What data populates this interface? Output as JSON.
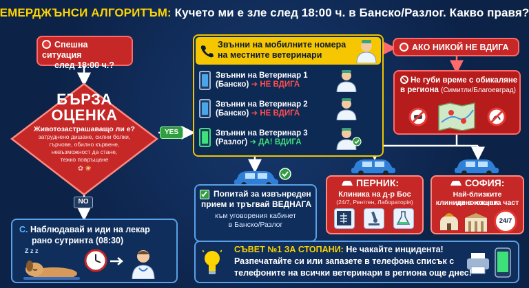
{
  "header": {
    "title_highlight": "ЕМЕРДЖЪНСИ АЛГОРИТЪМ:",
    "title_rest": "Кучето ми е зле след 18:00 ч. в Банско/Разлог. Какво правя?"
  },
  "urgent": {
    "line1": "Спешна ситуация",
    "line2": "след 18:00 ч.?"
  },
  "assessment": {
    "title1": "БЪРЗА",
    "title2": "ОЦЕНКА",
    "question": "Животозастрашаващо ли е?",
    "sub1": "затруднено дишане, силни болки,",
    "sub2": "гърчове, обилно кървене,",
    "sub3": "невъзможност да стане,",
    "sub4": "тежко повръщане"
  },
  "yes_label": "YES",
  "no_label": "NO",
  "morning": {
    "prefix": "С.",
    "line1": "Наблюдавай и иди на лекар",
    "line2": "рано сутринта (08:30)",
    "zzz": "Z z z"
  },
  "call": {
    "head1": "Звънни на мобилните номера",
    "head2": "на местните ветеринари",
    "rows": [
      {
        "name": "Звънни на Ветеринар 1",
        "place": "(Банско)",
        "status": "НЕ ВДИГА"
      },
      {
        "name": "Звънни на Ветеринар 2",
        "place": "(Банско)",
        "status": "НЕ ВДИГА"
      },
      {
        "name": "Звънни на Ветеринар 3",
        "place": "(Разлог)",
        "status": "ДА! ВДИГА"
      }
    ]
  },
  "nobody": "АКО НИКОЙ НЕ ВДИГА",
  "no_wander": {
    "line1": "Не губи време с обикаляне",
    "line2": "в региона",
    "line2b": "(Симитли/Благоевград)"
  },
  "callnow": {
    "line1": "Попитай за извънреден",
    "line2": "прием и тръгвай ВЕДНАГА",
    "line3": "към уговорения кабинет",
    "line4": "в Банско/Разлог"
  },
  "pernik": {
    "title": "ПЕРНИК:",
    "line1": "Клиника на д-р Бос",
    "line2": "(24/7, Рентген, Лабораторія)"
  },
  "sofia": {
    "title": "СОФИЯ:",
    "line1": "Най-близките денонощни",
    "line2": "клиники в южната част",
    "badge": "24/7"
  },
  "tip": {
    "highlight": "СЪВЕТ №1 ЗА СТОПАНИ:",
    "rest": "Не чакайте инцидента!",
    "line2": "Разпечатайте си или запазете в телефона списък с",
    "line3": "телефоните на всички ветеринари в региона още днес!"
  },
  "colors": {
    "accent": "#ffd400",
    "danger": "#c62828",
    "ok": "#2e9e3f",
    "panel": "#0f2e5c"
  }
}
